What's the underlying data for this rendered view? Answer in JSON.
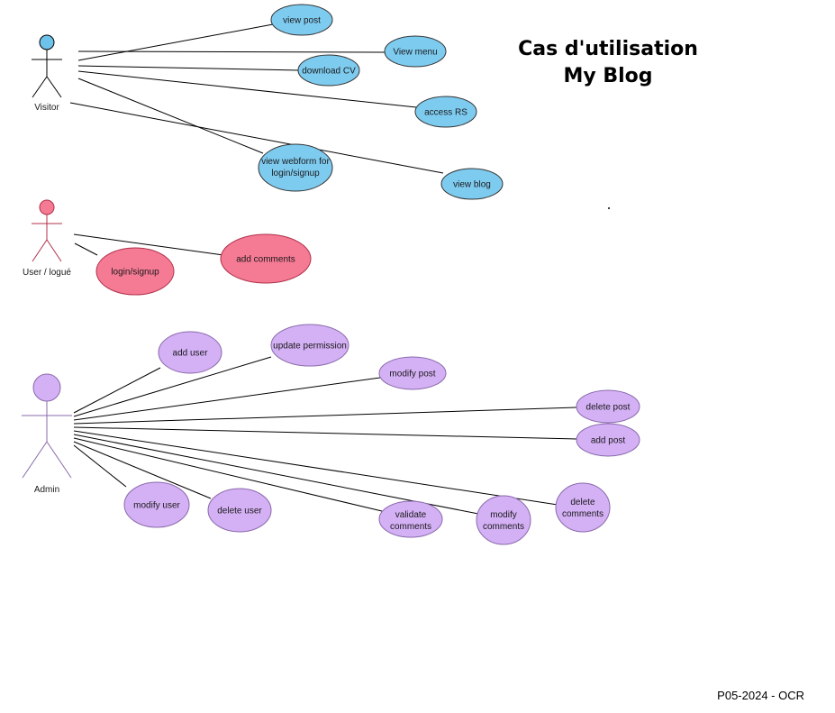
{
  "title": {
    "line1": "Cas d'utilisation",
    "line2": "My Blog"
  },
  "footer": "P05-2024 - OCR",
  "colors": {
    "visitor_fill": "#7ecbf0",
    "visitor_head": "#6ec3ea",
    "user_fill": "#f57a94",
    "admin_fill": "#d4b0f5",
    "line": "#000000",
    "ellipse_stroke": "#333333"
  },
  "actors": {
    "visitor": {
      "label": "Visitor"
    },
    "user": {
      "label": "User / logué"
    },
    "admin": {
      "label": "Admin"
    }
  },
  "use_cases": {
    "visitor": {
      "view_post": "view post",
      "view_menu": "View menu",
      "download_cv": "download CV",
      "access_rs": "access RS",
      "view_webform": [
        "view webform for",
        "login/signup"
      ],
      "view_blog": "view blog"
    },
    "user": {
      "login_signup": "login/signup",
      "add_comments": "add comments"
    },
    "admin": {
      "add_user": "add user",
      "update_permission": "update permission",
      "modify_post": "modify post",
      "delete_post": "delete post",
      "add_post": "add post",
      "modify_user": "modify user",
      "delete_user": "delete user",
      "validate_comments": [
        "validate",
        "comments"
      ],
      "modify_comments": [
        "modify",
        "comments"
      ],
      "delete_comments": [
        "delete",
        "comments"
      ]
    }
  },
  "associations": {
    "visitor": [
      "view post",
      "View menu",
      "download CV",
      "access RS",
      "view webform for login/signup",
      "view blog"
    ],
    "user": [
      "login/signup",
      "add comments"
    ],
    "admin": [
      "add user",
      "update permission",
      "modify post",
      "delete post",
      "add post",
      "modify user",
      "delete user",
      "validate comments",
      "modify comments",
      "delete comments"
    ]
  }
}
